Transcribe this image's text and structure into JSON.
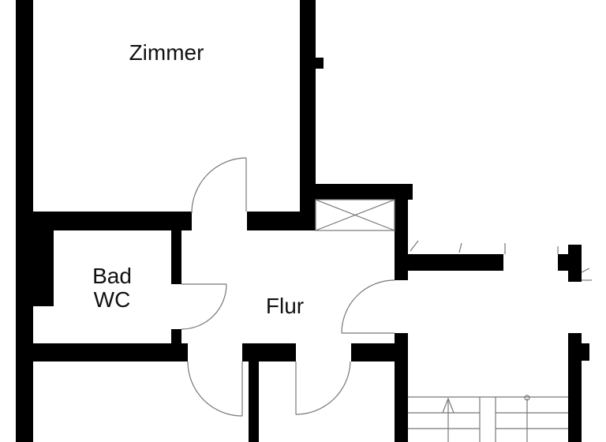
{
  "rooms": {
    "zimmer": "Zimmer",
    "bad_line1": "Bad",
    "bad_line2": "WC",
    "flur": "Flur"
  },
  "colors": {
    "wall": "#000000",
    "background": "#ffffff",
    "fixture_line": "#777777"
  }
}
